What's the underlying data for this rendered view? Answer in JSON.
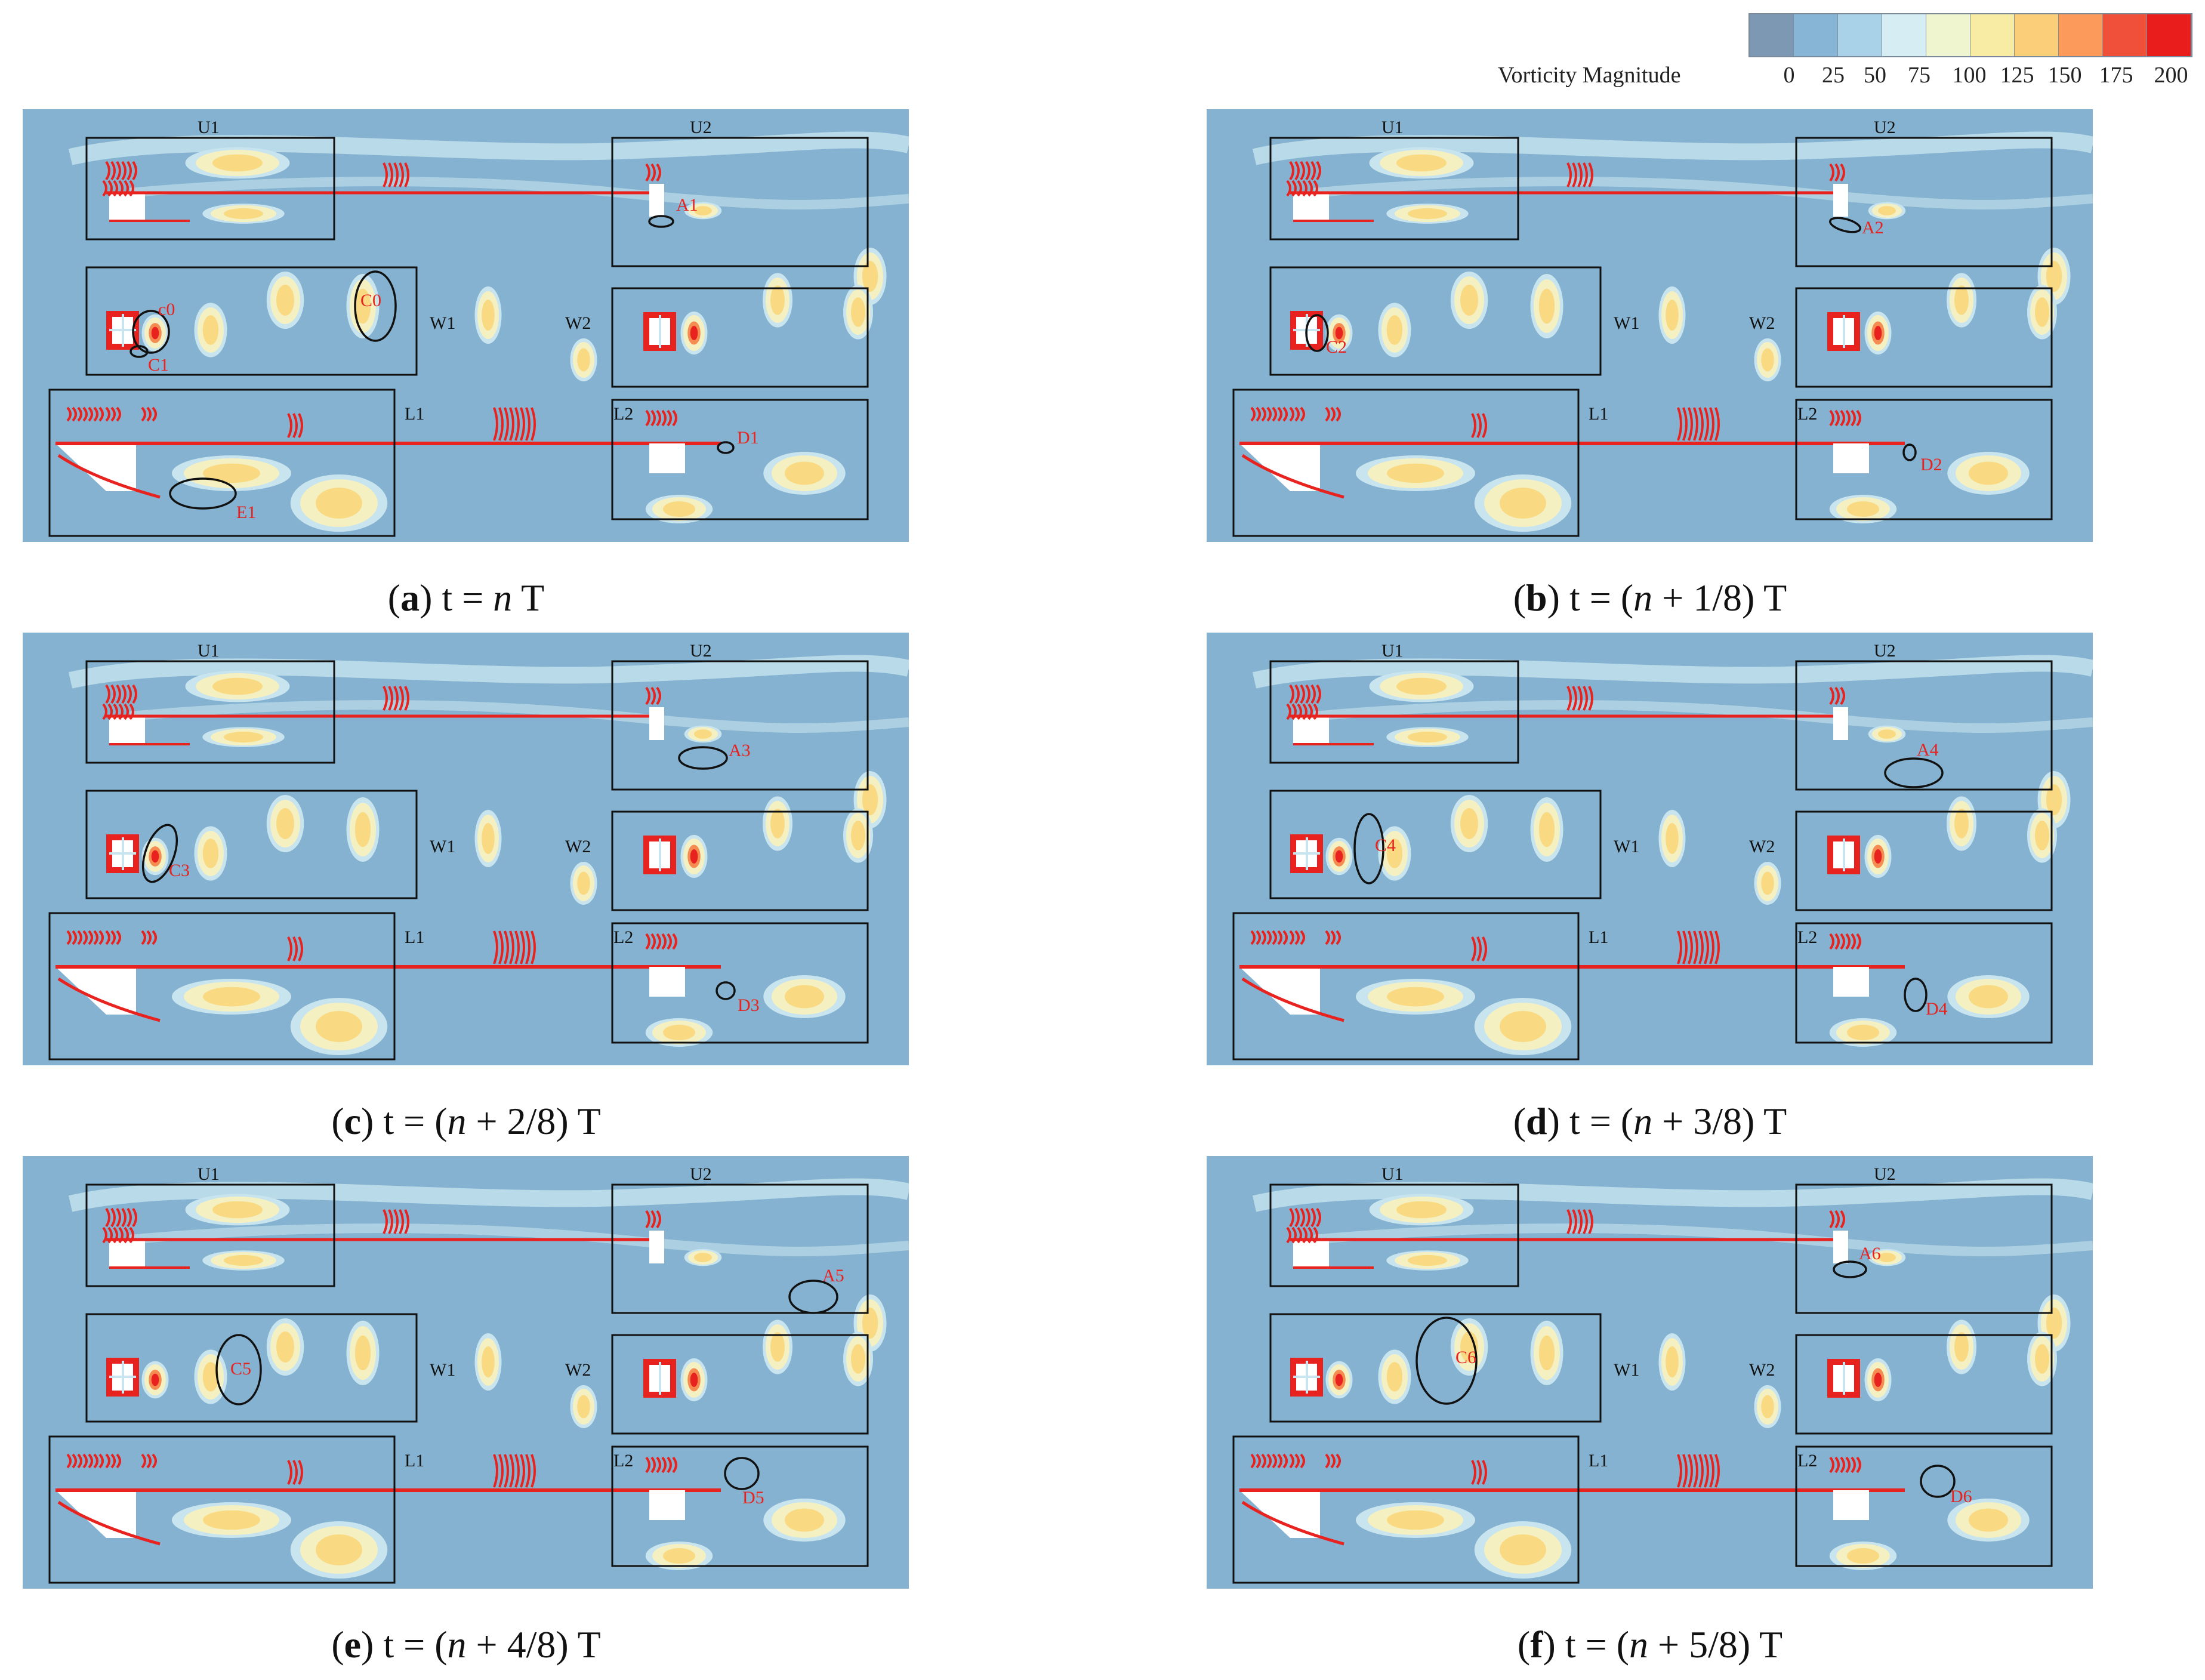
{
  "legend": {
    "title": "Vorticity Magnitude",
    "ticks": [
      "0",
      "25",
      "50",
      "75",
      "100",
      "125",
      "150",
      "175",
      "200"
    ],
    "colors": [
      "#7d98b3",
      "#86b5d6",
      "#a9d2e8",
      "#d6eef3",
      "#eef5cf",
      "#f8eba3",
      "#fbce7a",
      "#fb9a5a",
      "#f0503a",
      "#ea1d1d"
    ]
  },
  "colors": {
    "background": "#84b2d0",
    "light": "#c7e4ef",
    "pale": "#f4f0c2",
    "yellow": "#f9da83",
    "orange": "#f58d52",
    "red": "#e8221e",
    "box": "#111111",
    "label_red": "#e8221e"
  },
  "region_labels": [
    "U1",
    "U2",
    "W1",
    "W2",
    "L1",
    "L2"
  ],
  "panels": [
    {
      "letter": "a",
      "time": "t = n T",
      "markers": [
        "A1",
        "c0",
        "C0",
        "C1",
        "D1",
        "E1"
      ]
    },
    {
      "letter": "b",
      "time": "t = (n + 1/8) T",
      "markers": [
        "A2",
        "C2",
        "D2"
      ]
    },
    {
      "letter": "c",
      "time": "t = (n + 2/8) T",
      "markers": [
        "A3",
        "C3",
        "D3"
      ]
    },
    {
      "letter": "d",
      "time": "t = (n + 3/8) T",
      "markers": [
        "A4",
        "C4",
        "D4"
      ]
    },
    {
      "letter": "e",
      "time": "t = (n + 4/8) T",
      "markers": [
        "A5",
        "C5",
        "D5"
      ]
    },
    {
      "letter": "f",
      "time": "t = (n + 5/8) T",
      "markers": [
        "A6",
        "C6",
        "D6"
      ]
    }
  ]
}
